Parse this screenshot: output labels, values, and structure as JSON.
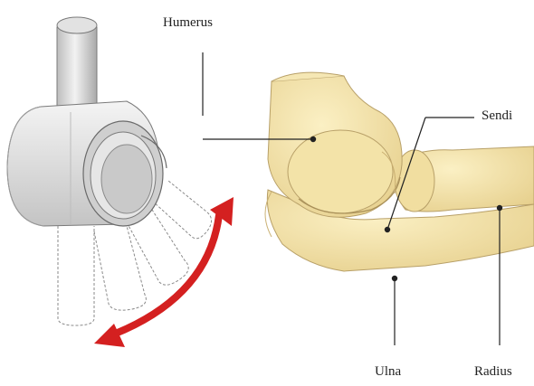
{
  "labels": {
    "humerus": "Humerus",
    "sendi": "Sendi",
    "ulna": "Ulna",
    "radius": "Radius"
  },
  "colors": {
    "bone_fill": "#f3e3a8",
    "bone_shadow": "#dcc383",
    "bone_outline": "#b8a068",
    "hinge_gray": "#d9d9d9",
    "hinge_outline": "#7a7a7a",
    "arrow_red": "#d42020",
    "leader_line": "#222222"
  },
  "icons": {
    "hinge": "hinge-joint-model-icon",
    "arrow": "curved-double-arrow-icon",
    "bones": "elbow-joint-bones-illustration"
  }
}
